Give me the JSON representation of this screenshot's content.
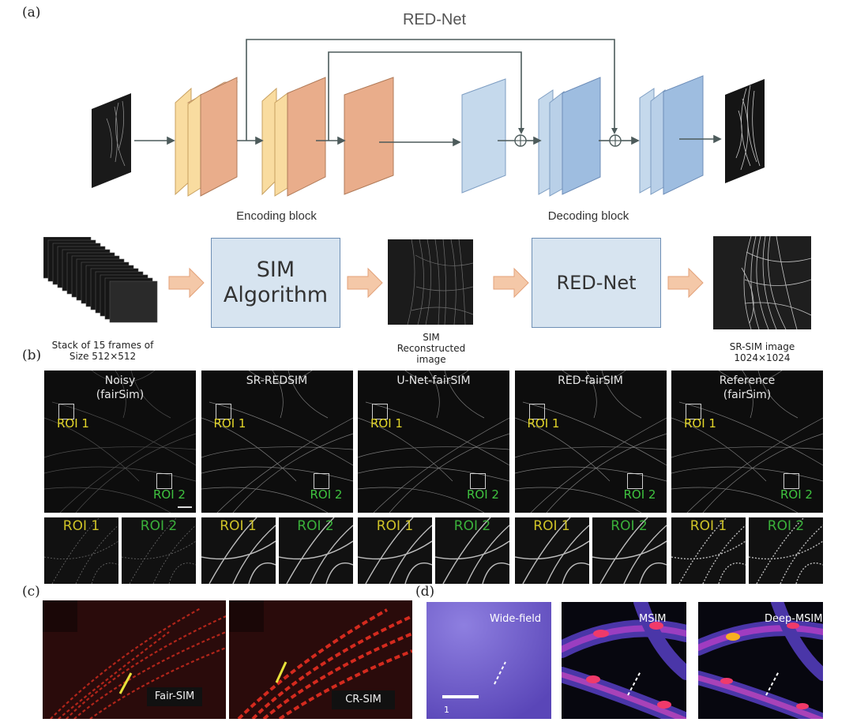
{
  "panels": {
    "a": "(a)",
    "b": "(b)",
    "c": "(c)",
    "d": "(d)"
  },
  "panel_a": {
    "title": "RED-Net",
    "encoding_label": "Encoding block",
    "decoding_label": "Decoding block",
    "sim_algorithm": [
      "SIM",
      "Algorithm"
    ],
    "rednet_box": "RED-Net",
    "caption_stack": [
      "Stack of 15 frames of",
      "Size 512×512"
    ],
    "caption_sim": [
      "SIM",
      "Reconstructed",
      "image"
    ],
    "caption_sr": [
      "SR-SIM image",
      "1024×1024"
    ],
    "colors": {
      "yellow_layer": "#f9dca0",
      "orange_layer": "#eeb496",
      "blue_layer": "#bcd3ea",
      "line": "#4d5b5b",
      "arrow_fill": "#f4c8a8",
      "box_fill": "#d7e4f0"
    }
  },
  "panel_b": {
    "columns": [
      {
        "title": [
          "Noisy",
          "(fairSim)"
        ],
        "roi1": "ROI 1",
        "roi2": "ROI 2"
      },
      {
        "title": [
          "SR-REDSIM"
        ],
        "roi1": "ROI 1",
        "roi2": "ROI 2"
      },
      {
        "title": [
          "U-Net-fairSIM"
        ],
        "roi1": "ROI 1",
        "roi2": "ROI 2"
      },
      {
        "title": [
          "RED-fairSIM"
        ],
        "roi1": "ROI 1",
        "roi2": "ROI 2"
      },
      {
        "title": [
          "Reference",
          "(fairSim)"
        ],
        "roi1": "ROI 1",
        "roi2": "ROI 2"
      }
    ],
    "roi_colors": {
      "roi1": "#e3d62a",
      "roi2": "#3fc23f"
    }
  },
  "panel_c": {
    "left_label": "Fair-SIM",
    "right_label": "CR-SIM",
    "line_color": "#e8e23a"
  },
  "panel_d": {
    "labels": [
      "Wide-field",
      "MSIM",
      "Deep-MSIM"
    ],
    "scale_text": "1"
  }
}
